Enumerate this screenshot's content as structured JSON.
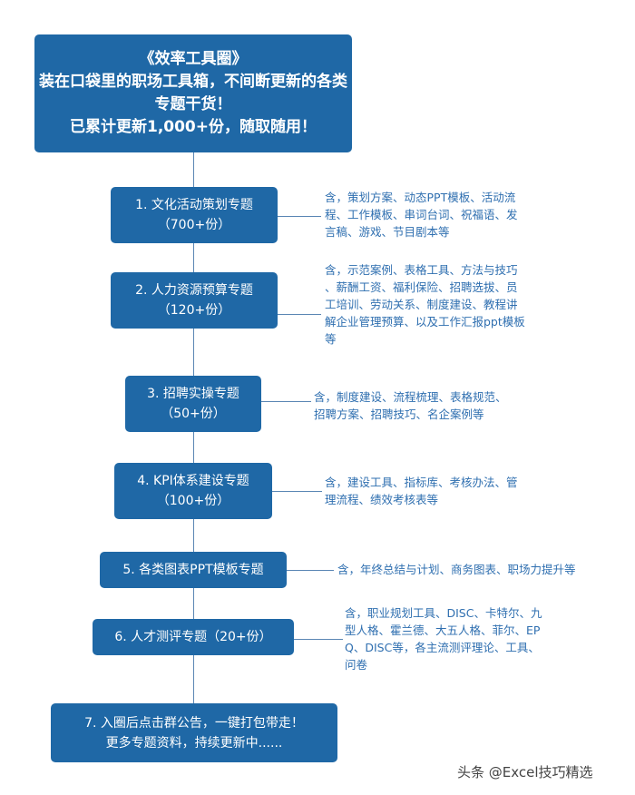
{
  "title": "《效率工具圈》\n装在口袋里的职场工具箱，不间断更新的各类专题干货！\n已累计更新1,000+份，随取随用！",
  "colors": {
    "box": "#1f68a6",
    "text": "#2f6fb0"
  },
  "steps": [
    {
      "label": "1. 文化活动策划专题\n（700+份）",
      "desc": "含，策划方案、动态PPT模板、活动流\n程、工作模板、串词台词、祝福语、发\n言稿、游戏、节目剧本等"
    },
    {
      "label": "2. 人力资源预算专题\n（120+份）",
      "desc": "含，示范案例、表格工具、方法与技巧\n、薪酬工资、福利保险、招聘选拔、员\n工培训、劳动关系、制度建设、教程讲\n解企业管理预算、以及工作汇报ppt模板\n等"
    },
    {
      "label": "3. 招聘实操专题\n（50+份）",
      "desc": "含，制度建设、流程梳理、表格规范、\n招聘方案、招聘技巧、名企案例等"
    },
    {
      "label": "4. KPI体系建设专题\n（100+份）",
      "desc": "含，建设工具、指标库、考核办法、管\n理流程、绩效考核表等"
    },
    {
      "label": "5. 各类图表PPT模板专题",
      "desc": "含，年终总结与计划、商务图表、职场力提升等"
    },
    {
      "label": "6. 人才测评专题（20+份）",
      "desc": "含，职业规划工具、DISC、卡特尔、九\n型人格、霍兰德、大五人格、菲尔、EP\nQ、DISC等，各主流测评理论、工具、\n问卷"
    },
    {
      "label": "7. 入圈后点击群公告，一键打包带走！\n更多专题资料，持续更新中......"
    }
  ],
  "watermark": "头条 @Excel技巧精选"
}
